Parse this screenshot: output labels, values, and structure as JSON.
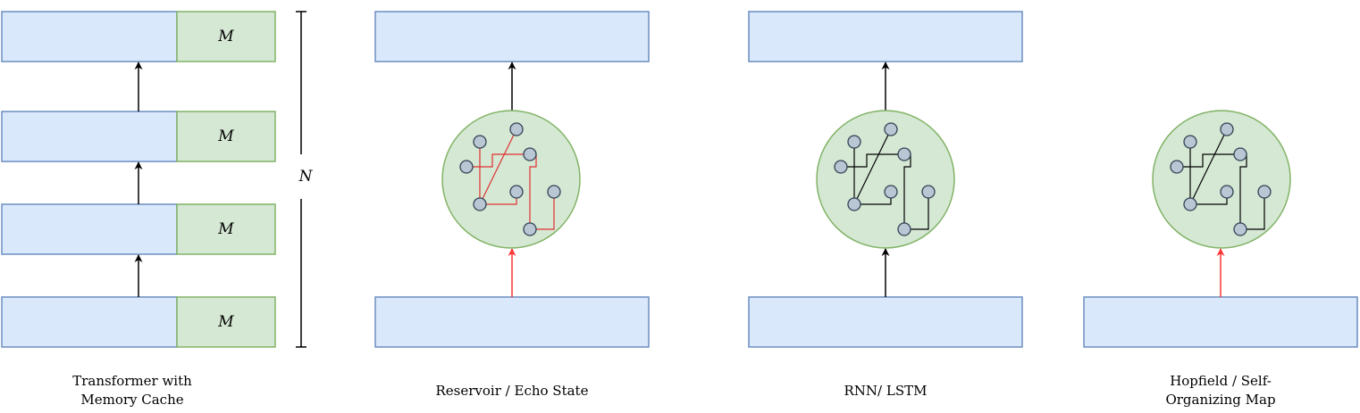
{
  "colors": {
    "block_fill": "#dae8fc",
    "block_stroke": "#6c8ebf",
    "memory_fill": "#d5e8d4",
    "memory_stroke": "#82b366",
    "node_fill": "#b9c6d3",
    "node_stroke": "#314354",
    "arrow_default": "#000000",
    "arrow_highlight": "#ff3333",
    "wire_highlight": "#e03030"
  },
  "transformer": {
    "caption_line1": "Transformer with",
    "caption_line2": "Memory Cache",
    "memory_label": "M",
    "depth_label": "N"
  },
  "reservoir": {
    "caption": "Reservoir / Echo State",
    "input_arrow": "red",
    "wires": "red"
  },
  "rnn": {
    "caption": "RNN/ LSTM",
    "input_arrow": "black",
    "wires": "black"
  },
  "hopfield": {
    "caption_line1": "Hopfield / Self-",
    "caption_line2": "Organizing Map",
    "input_arrow": "red",
    "wires": "black"
  }
}
